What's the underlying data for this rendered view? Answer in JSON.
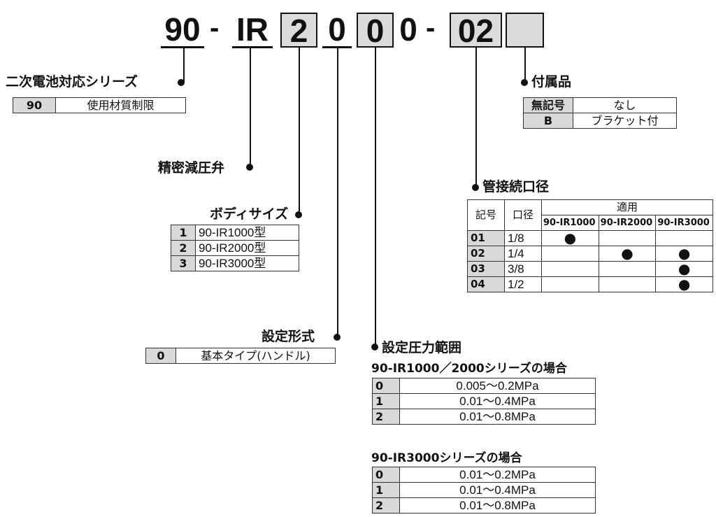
{
  "model": {
    "prefix": "90",
    "dash1": "-",
    "series": "IR",
    "body_size": "2",
    "setting_type": "0",
    "pressure_range": "0",
    "fixed_zero": "0",
    "dash2": "-",
    "port_size": "02",
    "accessory": ""
  },
  "series_block": {
    "title": "二次電池対応シリーズ",
    "rows": [
      {
        "code": "90",
        "desc": "使用材質制限"
      }
    ]
  },
  "regulator": {
    "title": "精密減圧弁"
  },
  "body_size": {
    "title": "ボディサイズ",
    "rows": [
      {
        "code": "1",
        "desc": "90-IR1000型"
      },
      {
        "code": "2",
        "desc": "90-IR2000型"
      },
      {
        "code": "3",
        "desc": "90-IR3000型"
      }
    ]
  },
  "setting_type": {
    "title": "設定形式",
    "rows": [
      {
        "code": "0",
        "desc": "基本タイプ(ハンドル)"
      }
    ]
  },
  "pressure": {
    "title": "設定圧力範囲",
    "group1_title": "90-IR1000／2000シリーズの場合",
    "group1": [
      {
        "code": "0",
        "desc": "0.005～0.2MPa"
      },
      {
        "code": "1",
        "desc": "0.01～0.4MPa"
      },
      {
        "code": "2",
        "desc": "0.01～0.8MPa"
      }
    ],
    "group2_title": "90-IR3000シリーズの場合",
    "group2": [
      {
        "code": "0",
        "desc": "0.01～0.2MPa"
      },
      {
        "code": "1",
        "desc": "0.01～0.4MPa"
      },
      {
        "code": "2",
        "desc": "0.01～0.8MPa"
      }
    ]
  },
  "accessory": {
    "title": "付属品",
    "rows": [
      {
        "code": "無記号",
        "desc": "なし"
      },
      {
        "code": "B",
        "desc": "ブラケット付"
      }
    ]
  },
  "port": {
    "title": "管接続口径",
    "head_code": "記号",
    "head_size": "口径",
    "head_apply": "適用",
    "models": [
      "90-IR1000",
      "90-IR2000",
      "90-IR3000"
    ],
    "rows": [
      {
        "code": "01",
        "size": "1/8",
        "m1": "●",
        "m2": "",
        "m3": ""
      },
      {
        "code": "02",
        "size": "1/4",
        "m1": "",
        "m2": "●",
        "m3": "●"
      },
      {
        "code": "03",
        "size": "3/8",
        "m1": "",
        "m2": "",
        "m3": "●"
      },
      {
        "code": "04",
        "size": "1/2",
        "m1": "",
        "m2": "",
        "m3": "●"
      }
    ]
  }
}
